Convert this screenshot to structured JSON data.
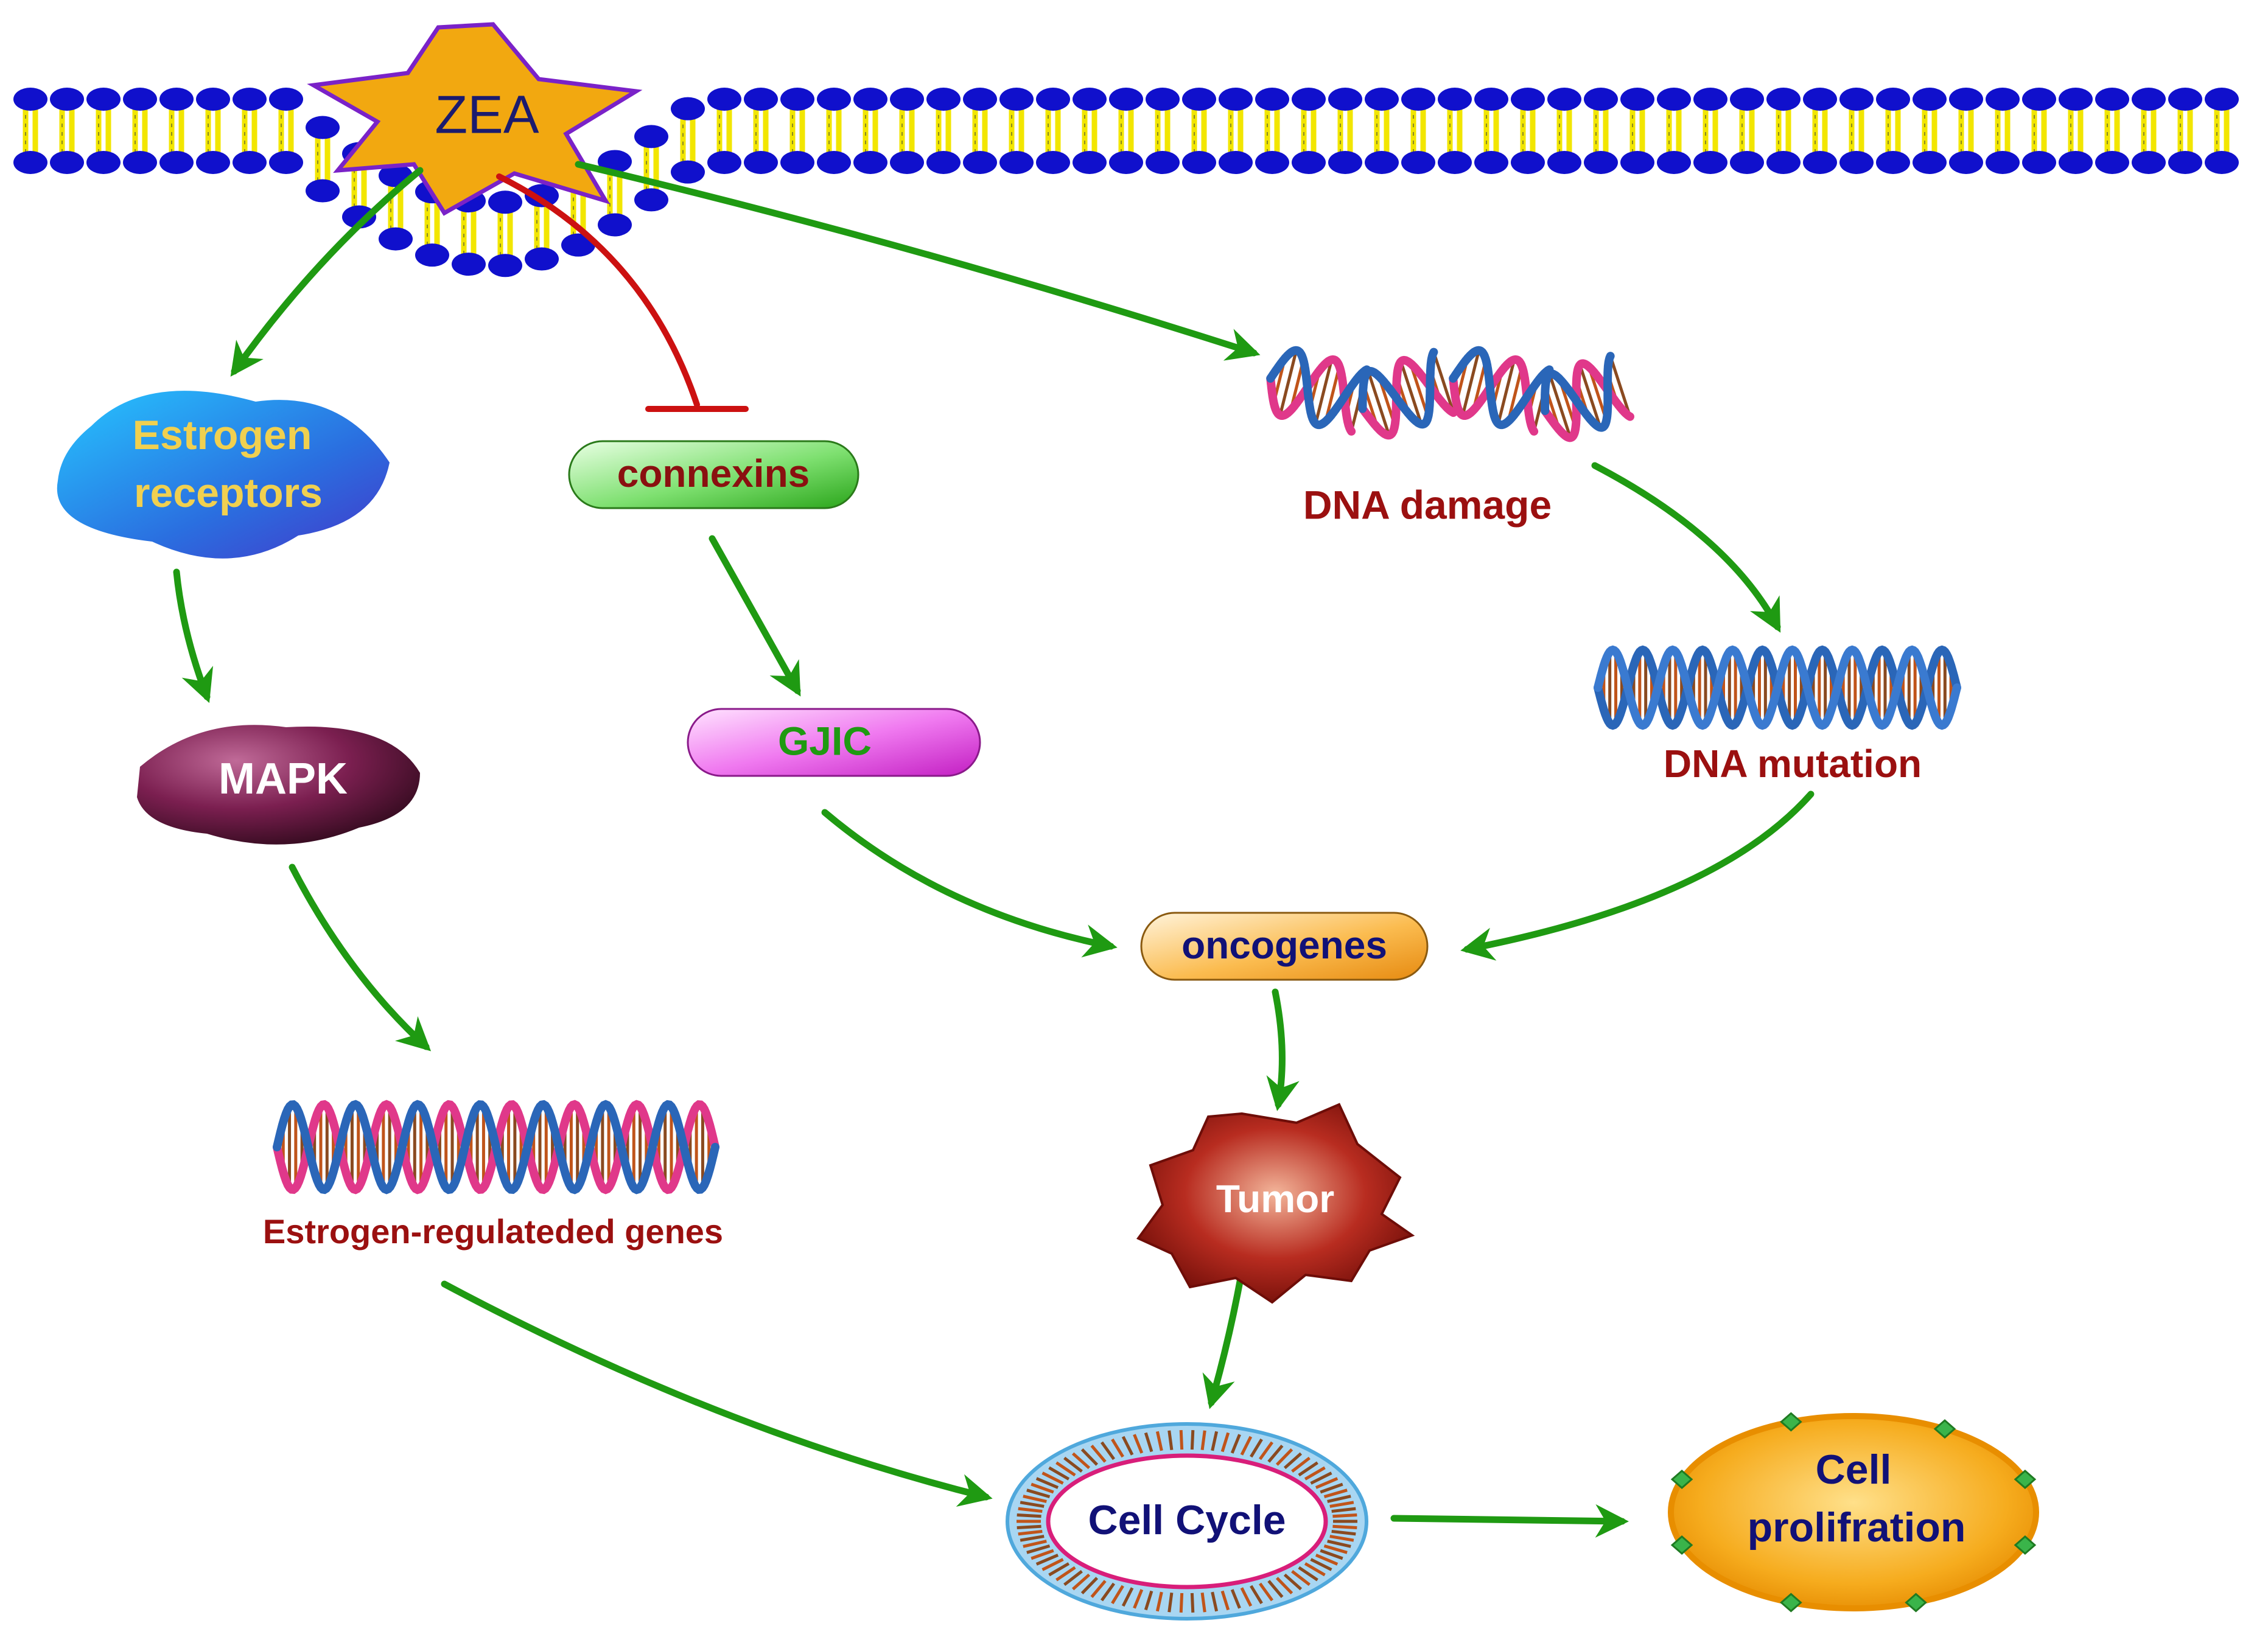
{
  "nodes": {
    "zea": "ZEA",
    "estrogen_receptors_line1": "Estrogen",
    "estrogen_receptors_line2": "receptors",
    "connexins": "connexins",
    "dna_damage": "DNA damage",
    "mapk": "MAPK",
    "gjic": "GJIC",
    "dna_mutation": "DNA mutation",
    "oncogenes": "oncogenes",
    "estrogen_regulated_genes": "Estrogen-regulateded genes",
    "tumor": "Tumor",
    "cell_cycle": "Cell Cycle",
    "cell_proliferation_line1": "Cell",
    "cell_proliferation_line2": "prolifration"
  },
  "colors": {
    "arrow_activation": "#1f9a12",
    "arrow_inhibition": "#cc1111",
    "membrane_head": "#1010cc",
    "membrane_tail": "#f2e600",
    "label_dark_red": "#9b1010",
    "label_navy": "#111177"
  }
}
